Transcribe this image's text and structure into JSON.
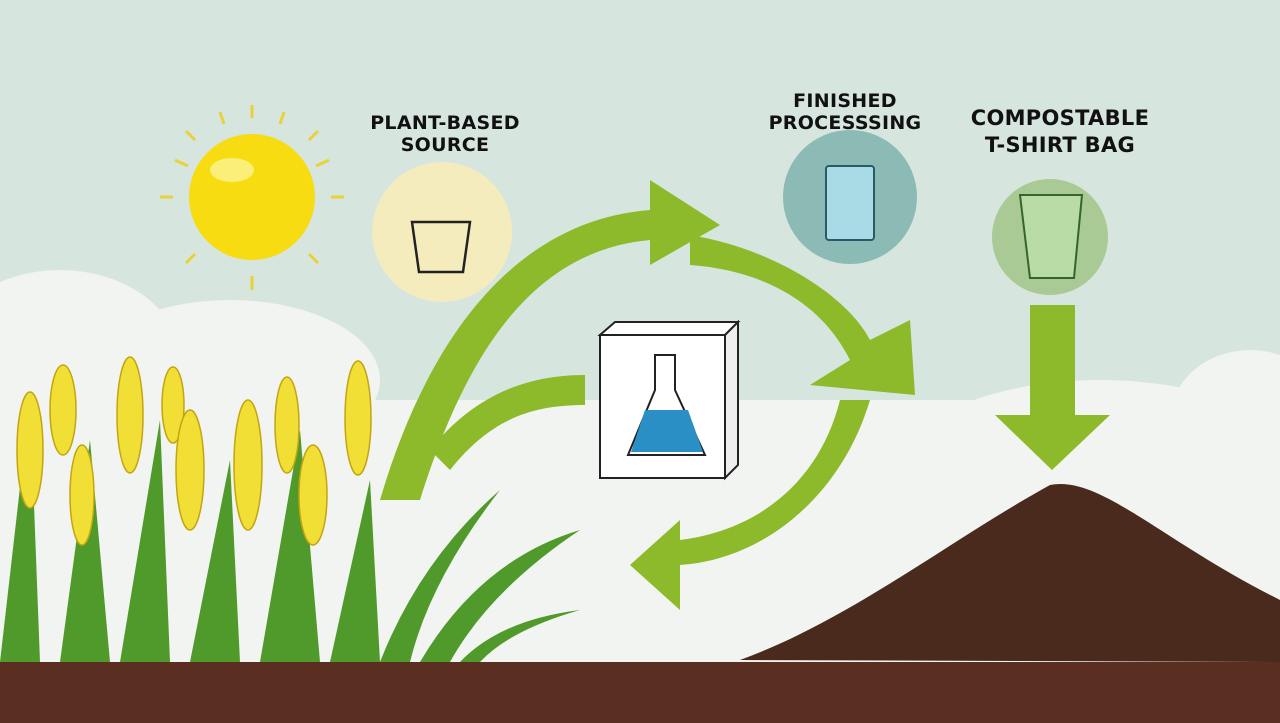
{
  "labels": {
    "plant_source": [
      "PLANT-BASED",
      "SOURCE"
    ],
    "finished_processing": [
      "FINISHED",
      "PROCESSSING"
    ],
    "compostable_bag": [
      "COMPOSTABLE",
      "T-SHIRT BAG"
    ]
  },
  "colors": {
    "sky": "#d7e5df",
    "arrow": "#8cba2a",
    "soil": "#4a2a1c",
    "sun": "#f6dc10",
    "corn": "#f2df36"
  }
}
